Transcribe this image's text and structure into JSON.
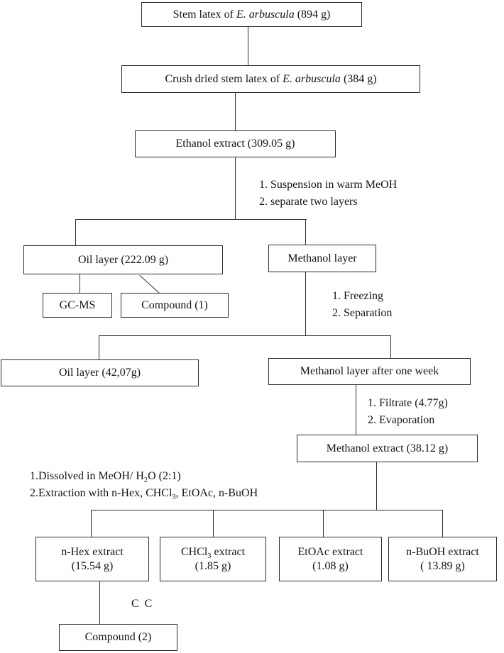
{
  "colors": {
    "line": "#2d2d2d",
    "text": "#141414",
    "background": "#ffffff"
  },
  "boxes": {
    "stem_latex": {
      "before": "Stem latex of ",
      "italic": "E. arbuscula",
      "after": " (894 g)"
    },
    "crush": {
      "before": "Crush dried stem latex of ",
      "italic": "E. arbuscula",
      "after": " (384 g)"
    },
    "ethanol": {
      "label": "Ethanol extract (309.05 g)"
    },
    "oil_layer_1": {
      "label": "Oil layer (222.09 g)"
    },
    "methanol_layer": {
      "label": "Methanol layer"
    },
    "gcms": {
      "label": "GC-MS"
    },
    "compound_1": {
      "label": "Compound (1)"
    },
    "oil_layer_2": {
      "label": "Oil layer (42,07g)"
    },
    "methanol_week": {
      "label": "Methanol layer after one week"
    },
    "methanol_extract": {
      "label": "Methanol extract (38.12 g)"
    },
    "nhex": {
      "line1": "n-Hex extract",
      "line2": "(15.54 g)"
    },
    "chcl3": {
      "line1_pre": "CHCl",
      "line1_sub": "3",
      "line1_post": " extract",
      "line2": "(1.85 g)"
    },
    "etoac": {
      "line1": "EtOAc extract",
      "line2": "(1.08 g)"
    },
    "nbuoh": {
      "line1": "n-BuOH extract",
      "line2": "( 13.89 g)"
    },
    "compound_2": {
      "label": "Compound (2)"
    }
  },
  "annotations": {
    "meoh_suspension": {
      "line1": "1. Suspension in warm MeOH",
      "line2": "2. separate two layers"
    },
    "freezing": {
      "line1": "1. Freezing",
      "line2": "2. Separation"
    },
    "filtrate": {
      "line1": "1. Filtrate (4.77g)",
      "line2": "2. Evaporation"
    },
    "partition": {
      "line1_pre": "1.Dissolved in MeOH/ H",
      "line1_sub": "2",
      "line1_post": "O (2:1)",
      "line2_pre": "2.Extraction with n-Hex, CHCl",
      "line2_sub": "3",
      "line2_post": ", EtOAc, n-BuOH"
    },
    "cc": {
      "label": "C C"
    }
  }
}
